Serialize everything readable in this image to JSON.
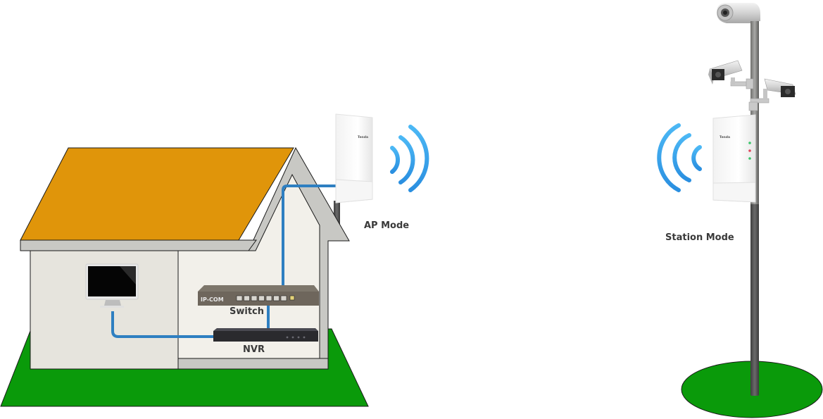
{
  "labels": {
    "ap_mode": "AP Mode",
    "station_mode": "Station Mode",
    "switch": "Switch",
    "nvr": "NVR"
  },
  "brands": {
    "switch_brand": "IP-COM",
    "cpe_brand": "Tenda"
  },
  "colors": {
    "roof": "#E0950A",
    "wall": "#E6E4DD",
    "wall_inner": "#F2F0EA",
    "trim": "#C8C8C4",
    "grass": "#0A9A0A",
    "cable": "#2E7FC1",
    "wifi": "#3AA8F0",
    "switch_body": "#6E665C",
    "nvr_body": "#2A2A2E",
    "pole": "#8A8A88"
  },
  "switch_ports": 7,
  "nvr_leds": 4,
  "cameras": [
    "top-camera",
    "left-camera",
    "right-camera"
  ],
  "station_leds": [
    "#39C46A",
    "#E0465A",
    "#39C46A"
  ]
}
